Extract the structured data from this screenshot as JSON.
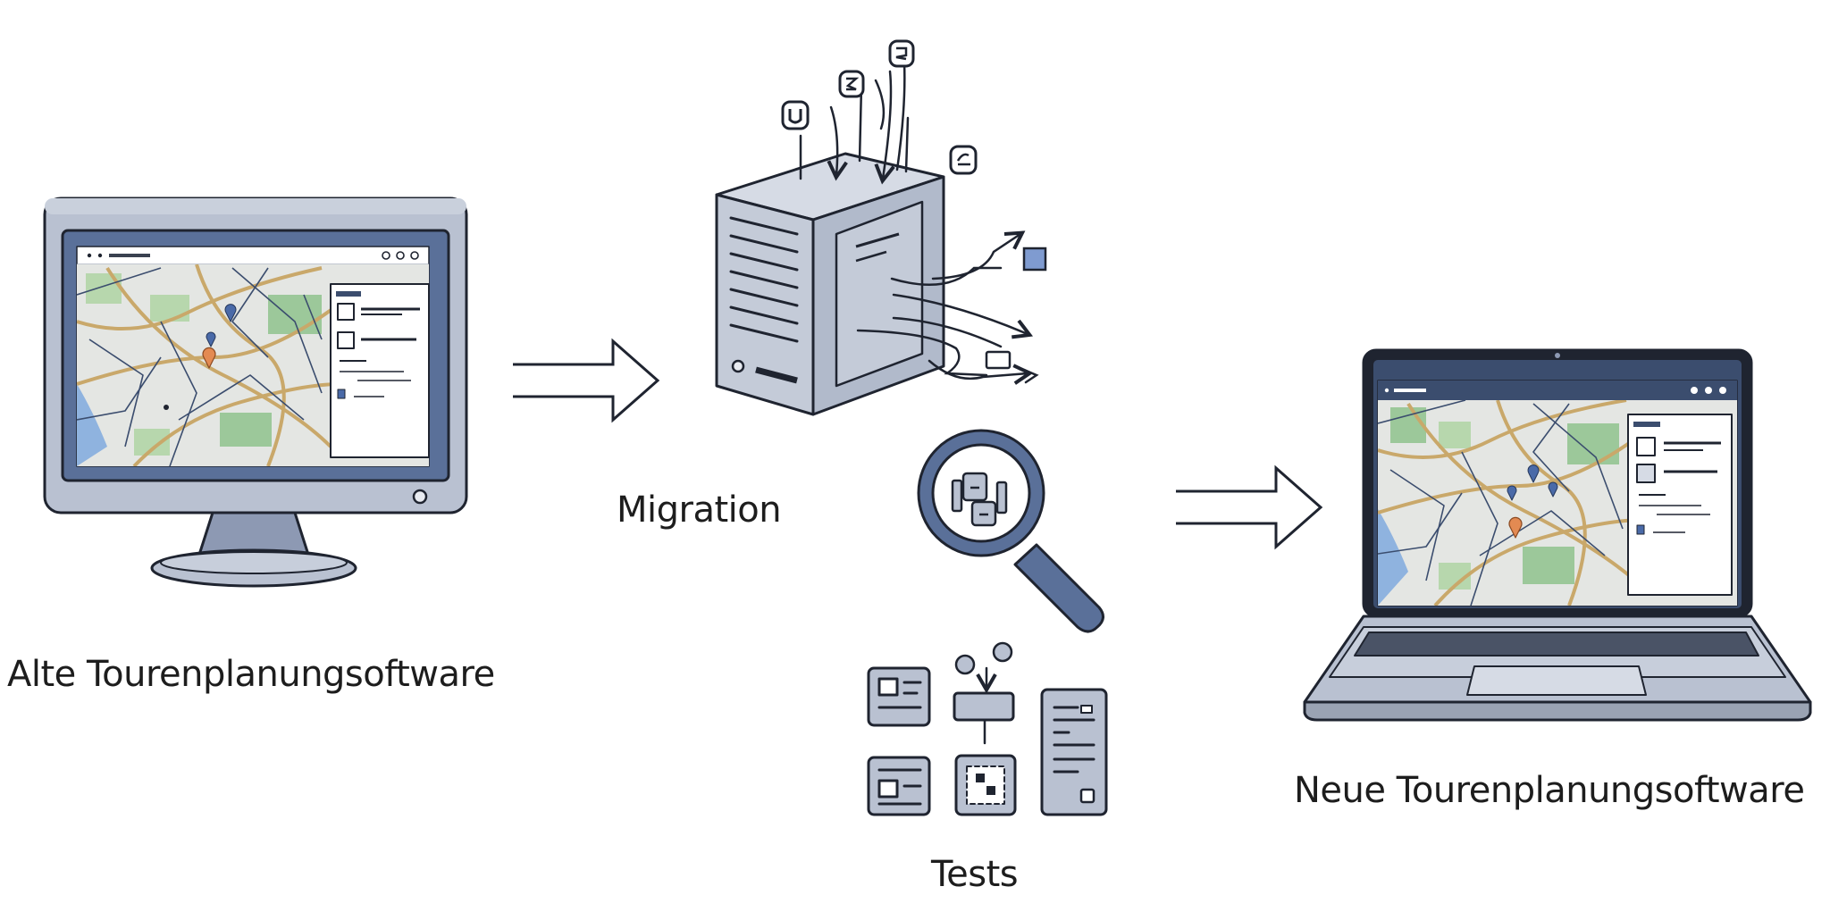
{
  "labels": {
    "old_software": "Alte Tourenplanungsoftware",
    "migration": "Migration",
    "tests": "Tests",
    "new_software": "Neue Tourenplanungsoftware"
  },
  "icons": {
    "old_monitor": "desktop-monitor-icon",
    "server": "server-icon",
    "magnifier": "magnifying-glass-icon",
    "test_docs": "test-documents-icon",
    "new_laptop": "laptop-icon",
    "arrows": "double-line-arrow-icon"
  },
  "colors": {
    "stroke": "#1f2430",
    "device_gray": "#b9c1d1",
    "screen_blue": "#5a7099",
    "map_water": "#8fb3df",
    "map_park": "#9cc89a",
    "map_road": "#c9a86a",
    "marker_orange": "#e38a52",
    "marker_blue": "#4a6aa8"
  }
}
